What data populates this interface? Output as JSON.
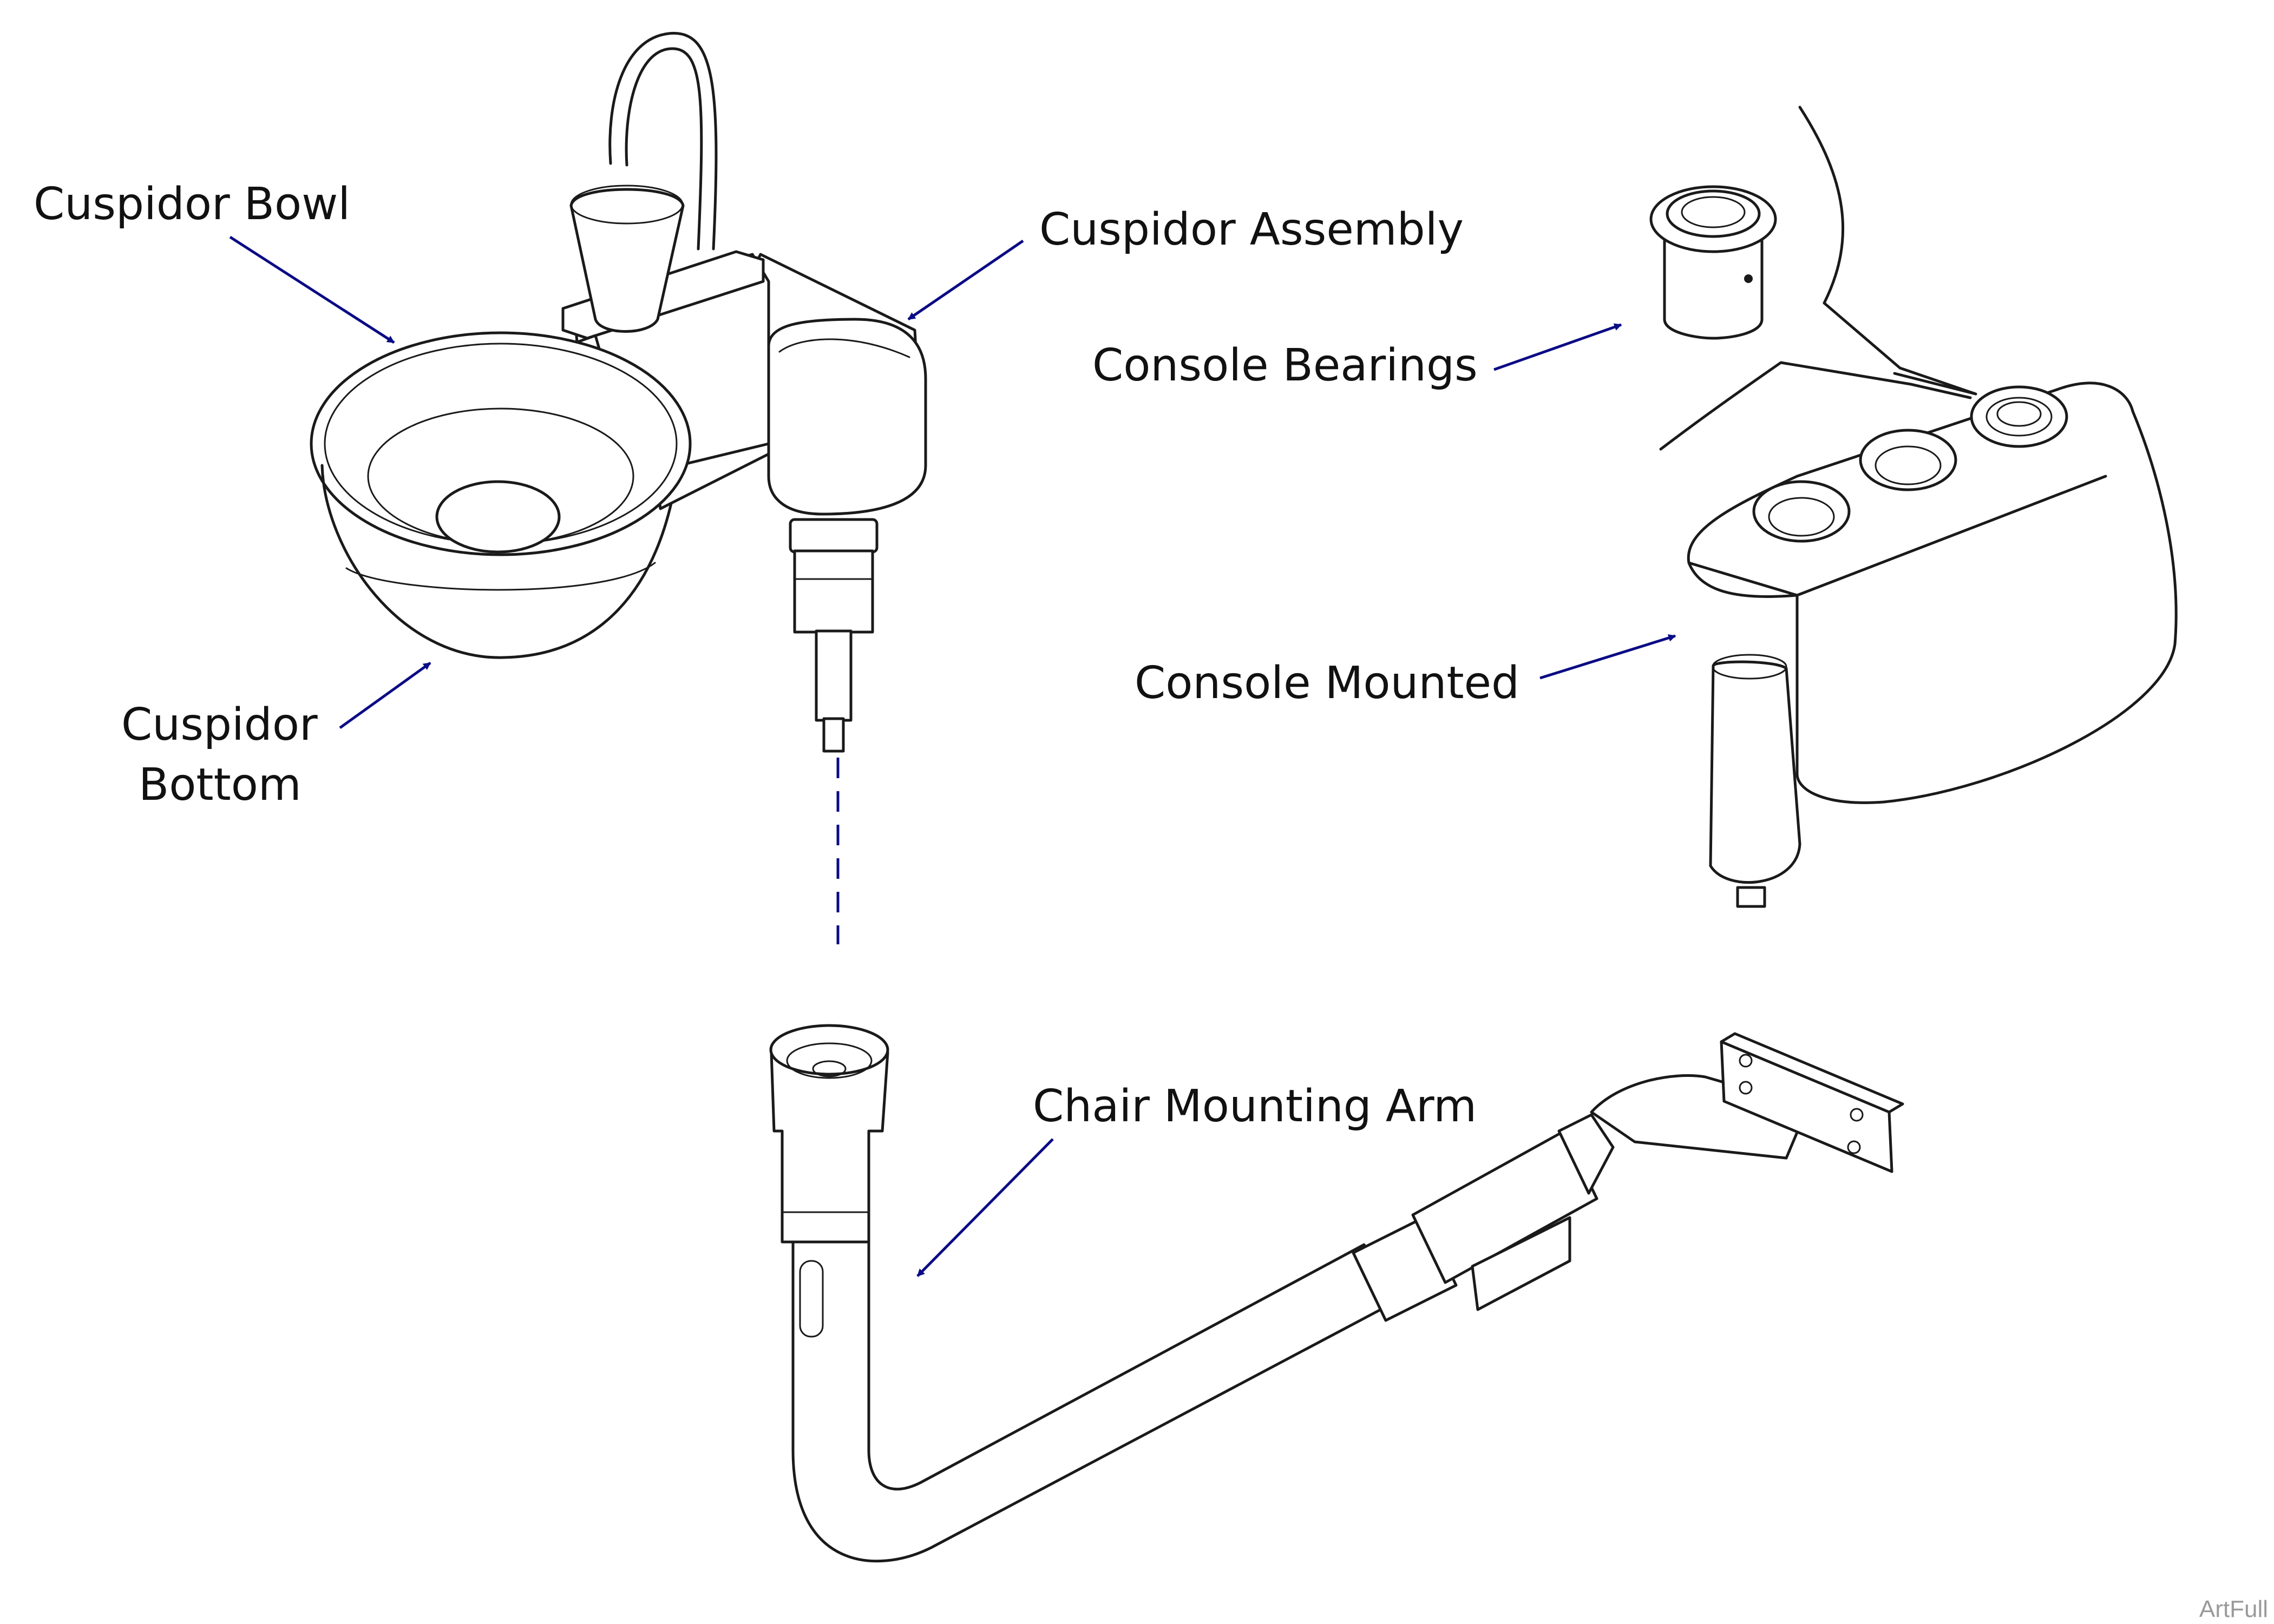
{
  "labels": {
    "cuspidor_bowl": "Cuspidor Bowl",
    "cuspidor_assembly": "Cuspidor Assembly",
    "console_bearings": "Console Bearings",
    "console_mounted": "Console Mounted",
    "cuspidor_bottom_line1": "Cuspidor",
    "cuspidor_bottom_line2": "Bottom",
    "chair_mounting_arm": "Chair Mounting Arm"
  },
  "credit": "ArtFull",
  "colors": {
    "leader": "#0b0b85",
    "ink": "#1a1a1a",
    "background": "#ffffff"
  }
}
